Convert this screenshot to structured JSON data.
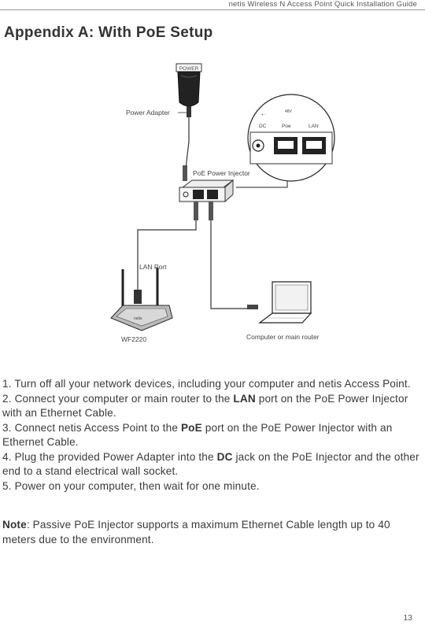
{
  "running_header": "netis Wireless N Access Point Quick Installation Guide",
  "title": "Appendix A: With PoE Setup",
  "diagram": {
    "power_adapter_label": "Power Adapter",
    "power_badge": "POWER",
    "poe_injector_label": "PoE Power Injector",
    "lan_port_label": "LAN Port",
    "device_label": "WF2220",
    "computer_label": "Computer or main router",
    "inset_port_dc": "DC",
    "inset_port_poe": "Poe",
    "inset_port_lan": "LAN"
  },
  "steps": [
    {
      "before": "1. Turn off all your network devices, including your computer and netis Access Point.",
      "bold": "",
      "after": ""
    },
    {
      "before": "2. Connect your computer or main router to the ",
      "bold": "LAN",
      "after": " port on the PoE Power Injector with an Ethernet Cable."
    },
    {
      "before": "3. Connect netis Access Point to the ",
      "bold": "PoE",
      "after": " port on the PoE Power Injector with an Ethernet Cable."
    },
    {
      "before": "4. Plug the provided Power Adapter into the ",
      "bold": "DC",
      "after": " jack on the PoE Injector and the other end to a stand electrical wall socket."
    },
    {
      "before": "5. Power on your computer, then wait for one minute.",
      "bold": "",
      "after": ""
    }
  ],
  "note": {
    "label": "Note",
    "text": ": Passive PoE Injector supports a maximum Ethernet Cable length up to 40 meters due to the environment."
  },
  "page_number": "13"
}
